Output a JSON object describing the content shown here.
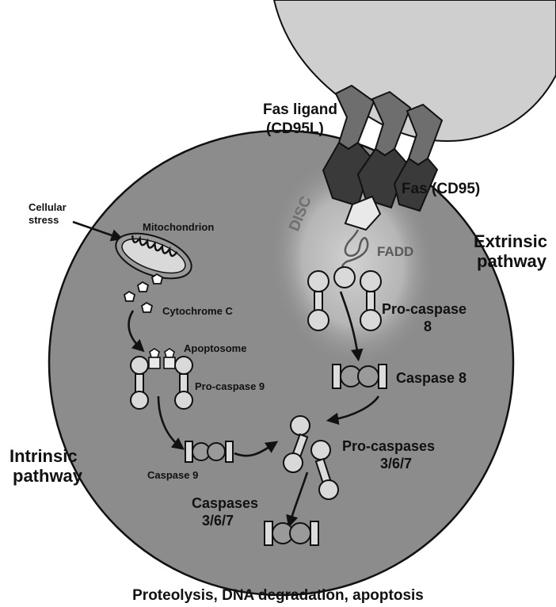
{
  "labels": {
    "fas_ligand": "Fas ligand",
    "fas_ligand_alt": "(CD95L)",
    "fas": "Fas (CD95)",
    "disc": "DISC",
    "fadd": "FADD",
    "extrinsic_1": "Extrinsic",
    "extrinsic_2": "pathway",
    "intrinsic_1": "Intrinsic",
    "intrinsic_2": "pathway",
    "cellular_stress_1": "Cellular",
    "cellular_stress_2": "stress",
    "mitochondrion": "Mitochondrion",
    "cytochrome_c": "Cytochrome C",
    "apoptosome": "Apoptosome",
    "pro_caspase_9": "Pro-caspase 9",
    "caspase_9": "Caspase 9",
    "pro_caspase_8_1": "Pro-caspase",
    "pro_caspase_8_2": "8",
    "caspase_8": "Caspase 8",
    "pro_caspases_367_1": "Pro-caspases",
    "pro_caspases_367_2": "3/6/7",
    "caspases_367_1": "Caspases",
    "caspases_367_2": "3/6/7",
    "outcome": "Proteolysis, DNA degradation, apoptosis"
  },
  "colors": {
    "cell_fill": "#8c8c8c",
    "ligand_cell_fill": "#cfcfcf",
    "disc_glow": "#c8c8c8",
    "receptor_dark": "#3a3a3a",
    "ligand_mid": "#6e6e6e"
  }
}
